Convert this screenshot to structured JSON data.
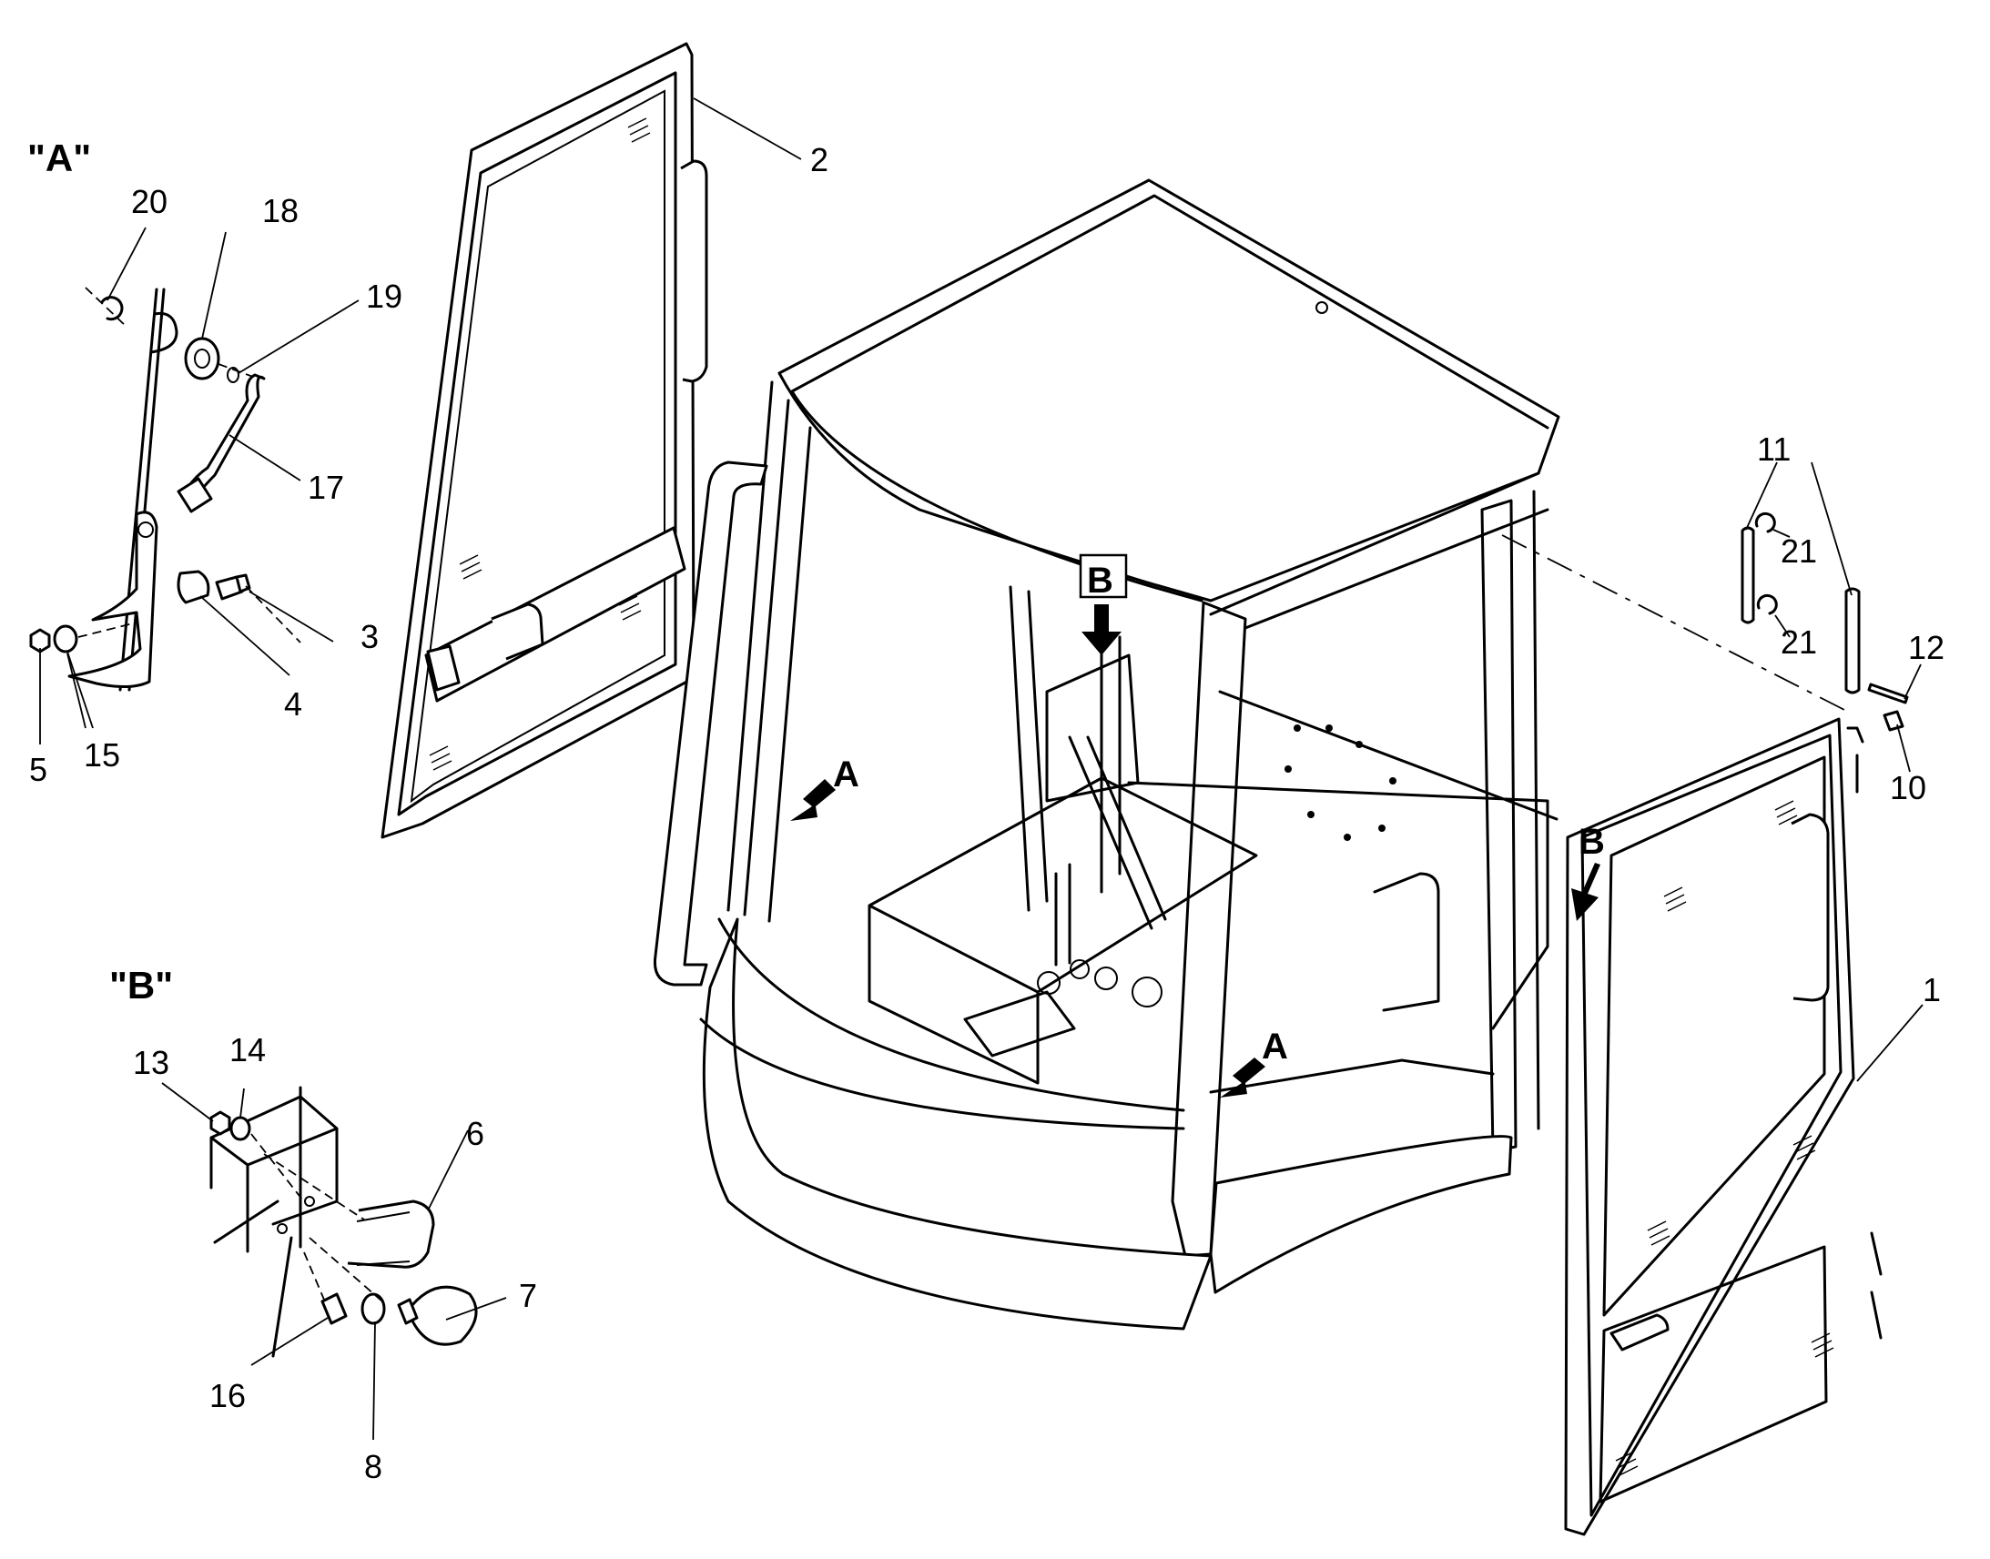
{
  "views": {
    "a": "\"A\"",
    "b": "\"B\""
  },
  "arrow_labels": [
    "B",
    "A",
    "B",
    "A"
  ],
  "callouts": [
    "1",
    "2",
    "3",
    "4",
    "5",
    "6",
    "7",
    "8",
    "10",
    "11",
    "12",
    "13",
    "14",
    "15",
    "16",
    "17",
    "18",
    "19",
    "20",
    "21",
    "21"
  ]
}
